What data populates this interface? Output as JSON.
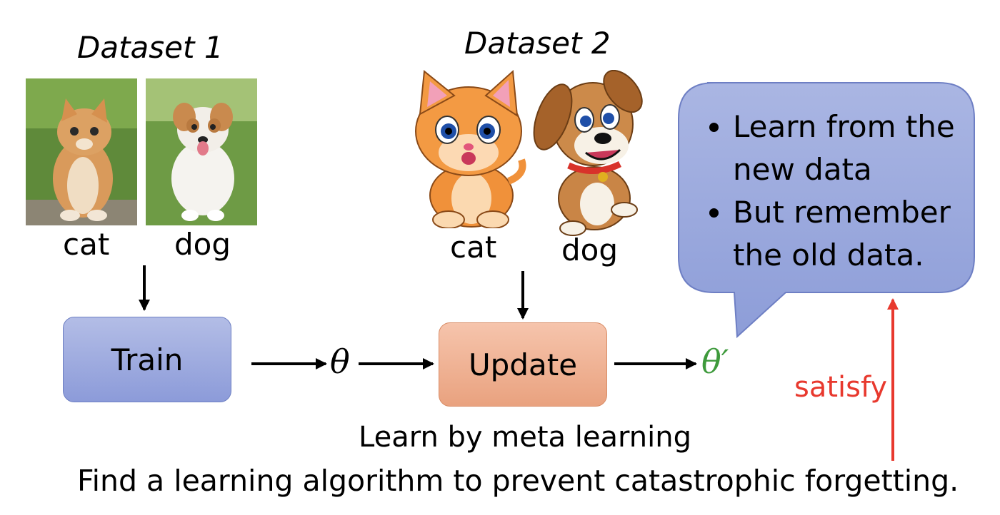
{
  "dataset1": {
    "title": "Dataset 1",
    "labels": [
      "cat",
      "dog"
    ]
  },
  "dataset2": {
    "title": "Dataset 2",
    "labels": [
      "cat",
      "dog"
    ]
  },
  "nodes": {
    "train": "Train",
    "update": "Update",
    "theta": "θ",
    "theta_prime": "θ′"
  },
  "bubble": {
    "items": [
      "Learn from the new data",
      "But remember the old data."
    ]
  },
  "satisfy_label": "satisfy",
  "captions": {
    "meta": "Learn by meta learning",
    "goal": "Find a learning algorithm to prevent catastrophic forgetting."
  },
  "colors": {
    "train_fill": "#a3afe0",
    "update_fill": "#efb394",
    "bubble_fill": "#99a8dc",
    "theta_prime": "#3e9a3c",
    "satisfy": "#e8392e"
  }
}
